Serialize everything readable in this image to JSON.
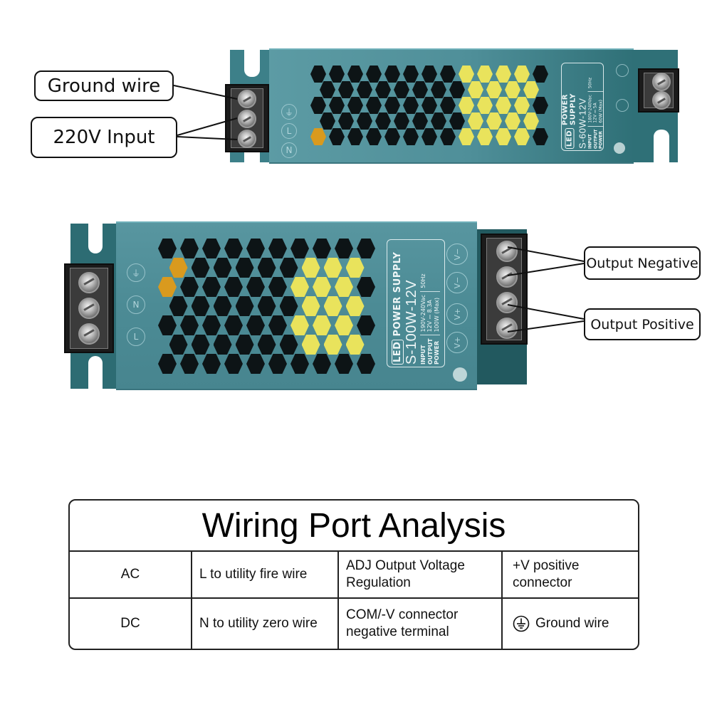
{
  "top_unit": {
    "label_plate": {
      "brand_badge": "LED",
      "brand_text": "POWER SUPPLY",
      "model": "S-60W-12V",
      "rows": [
        {
          "key": "INPUT",
          "value": "180V-240Vac",
          "extra": "50Hz"
        },
        {
          "key": "OUTPUT",
          "value": "12V ⎓ 5A",
          "extra": ""
        },
        {
          "key": "POWER",
          "value": "60W (Max)",
          "extra": ""
        }
      ]
    },
    "input_terminal_symbols": [
      "⏚",
      "L",
      "N"
    ],
    "callouts": {
      "ground": "Ground wire",
      "input": "220V Input"
    }
  },
  "bottom_unit": {
    "label_plate": {
      "brand_badge": "LED",
      "brand_text": "POWER SUPPLY",
      "model": "S-100W-12V",
      "rows": [
        {
          "key": "INPUT",
          "value": "190V-240Vac",
          "extra": "50Hz"
        },
        {
          "key": "OUTPUT",
          "value": "12V ⎓ 8.3A",
          "extra": ""
        },
        {
          "key": "POWER",
          "value": "100W (Max)",
          "extra": ""
        }
      ]
    },
    "input_terminal_symbols": [
      "⏚",
      "N",
      "L"
    ],
    "output_terminal_symbols": [
      "V−",
      "V−",
      "V+",
      "V+"
    ],
    "callouts": {
      "negative": "Output Negative",
      "positive": "Output Positive"
    }
  },
  "wiring_table": {
    "title": "Wiring Port Analysis",
    "rows": [
      {
        "type": "AC",
        "col2": "L to utility fire wire",
        "col3": [
          "ADJ Output Voltage",
          "Regulation"
        ],
        "col4": [
          "+V positive",
          "connector"
        ]
      },
      {
        "type": "DC",
        "col2": "N to utility zero wire",
        "col3": [
          "COM/-V connector",
          "negative terminal"
        ],
        "col4": [
          "Ground wire"
        ],
        "col4_icon": "ground-symbol-icon"
      }
    ]
  },
  "colors": {
    "top_unit_body": "#4f8f99",
    "bottom_unit_body": "#2a666d",
    "vent_yellow": "#e9e35c",
    "outline": "#111111"
  }
}
